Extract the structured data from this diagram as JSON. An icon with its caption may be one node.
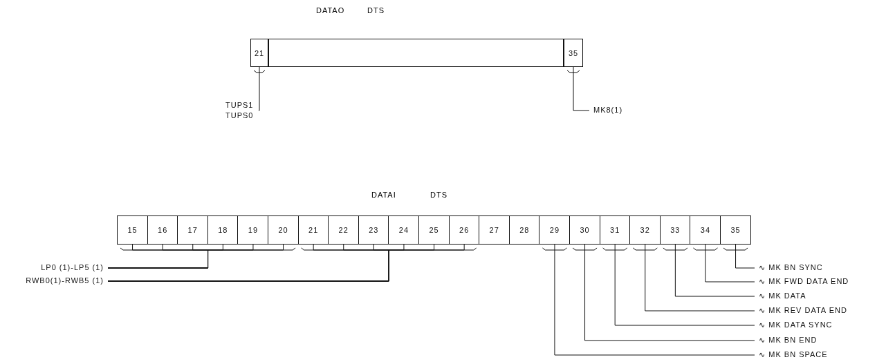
{
  "diagram": {
    "nodes": [
      {
        "text": [
          "21"
        ]
      },
      {
        "text": [],
        "shape": "box"
      },
      {
        "text": [
          "35"
        ]
      },
      {
        "text": [
          "TUPS1",
          "TUPS0"
        ]
      },
      {
        "text": [
          "MK8(1)"
        ]
      },
      {
        "text": [
          "15"
        ]
      },
      {
        "text": [
          "16"
        ]
      },
      {
        "text": [
          "17"
        ]
      },
      {
        "text": [
          "18"
        ]
      },
      {
        "text": [
          "19"
        ]
      },
      {
        "text": [
          "20"
        ]
      },
      {
        "text": [
          "21"
        ]
      },
      {
        "text": [
          "22"
        ]
      },
      {
        "text": [
          "23"
        ]
      },
      {
        "text": [
          "24"
        ]
      },
      {
        "text": [
          "25"
        ]
      },
      {
        "text": [
          "26"
        ]
      },
      {
        "text": [
          "27"
        ]
      },
      {
        "text": [
          "28"
        ]
      },
      {
        "text": [
          "29"
        ]
      },
      {
        "text": [
          "30"
        ]
      },
      {
        "text": [
          "31"
        ]
      },
      {
        "text": [
          "32"
        ]
      },
      {
        "text": [
          "33"
        ]
      },
      {
        "text": [
          "34"
        ]
      },
      {
        "text": [
          "35"
        ]
      },
      {
        "text": [
          "LP0 (1)-LP5 (1)"
        ]
      },
      {
        "text": [
          "RWB0(1)-RWB5 (1)"
        ]
      },
      {
        "text": [
          "∿ MK BN SYNC"
        ]
      },
      {
        "text": [
          "∿ MK FWD DATA END"
        ]
      },
      {
        "text": [
          "∿ MK DATA"
        ]
      },
      {
        "text": [
          "∿ MK REV DATA END"
        ]
      },
      {
        "text": [
          "∿ MK DATA SYNC"
        ]
      },
      {
        "text": [
          "∿ MK BN END"
        ]
      },
      {
        "text": [
          "∿ MK BN SPACE"
        ]
      }
    ],
    "edges": [
      {
        "from": 3,
        "to": 0,
        "arrow": "none"
      },
      {
        "from": 4,
        "to": 2,
        "arrow": "none"
      },
      {
        "from": 26,
        "to": 5,
        "arrow": "none"
      },
      {
        "from": 26,
        "to": 6,
        "arrow": "none"
      },
      {
        "from": 26,
        "to": 7,
        "arrow": "none"
      },
      {
        "from": 26,
        "to": 8,
        "arrow": "none"
      },
      {
        "from": 26,
        "to": 9,
        "arrow": "none"
      },
      {
        "from": 26,
        "to": 10,
        "arrow": "none"
      },
      {
        "from": 27,
        "to": 11,
        "arrow": "none"
      },
      {
        "from": 27,
        "to": 12,
        "arrow": "none"
      },
      {
        "from": 27,
        "to": 13,
        "arrow": "none"
      },
      {
        "from": 27,
        "to": 14,
        "arrow": "none"
      },
      {
        "from": 27,
        "to": 15,
        "arrow": "none"
      },
      {
        "from": 27,
        "to": 16,
        "arrow": "none"
      },
      {
        "from": 28,
        "to": 25,
        "arrow": "none"
      },
      {
        "from": 29,
        "to": 24,
        "arrow": "none"
      },
      {
        "from": 30,
        "to": 23,
        "arrow": "none"
      },
      {
        "from": 31,
        "to": 22,
        "arrow": "none"
      },
      {
        "from": 32,
        "to": 21,
        "arrow": "none"
      },
      {
        "from": 33,
        "to": 20,
        "arrow": "none"
      },
      {
        "from": 34,
        "to": 19,
        "arrow": "none"
      }
    ],
    "labels": [
      "DATAO",
      "DTS",
      "DATAI",
      "DTS"
    ]
  }
}
